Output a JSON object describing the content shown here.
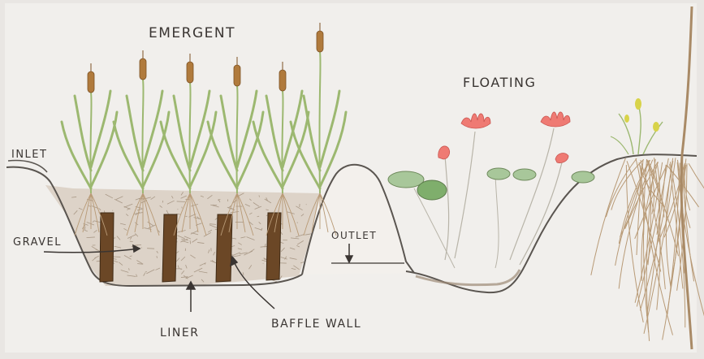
{
  "labels": {
    "emergent": "EMERGENT",
    "floating": "FLOATING",
    "inlet": "INLET",
    "gravel": "GRAVEL",
    "outlet": "OUTLET",
    "liner": "LINER",
    "baffle_wall": "BAFFLE WALL"
  },
  "colors": {
    "paper": "#f1efec",
    "ground_line": "#5a5550",
    "gravel_fill": "#d9cfc4",
    "gravel_strokes": "#9c8a76",
    "baffle_wall": "#6b4726",
    "reed_leaf": "#9cb870",
    "reed_head": "#b07a3c",
    "lily_flower": "#ef7a73",
    "lily_pad": "#8bb07a",
    "roots": "#b89a76",
    "yellow_flower": "#d8d34a"
  },
  "icons": {
    "arrow": "arrow-icon"
  }
}
